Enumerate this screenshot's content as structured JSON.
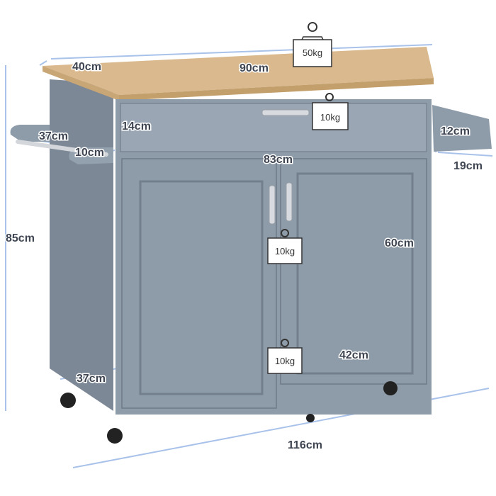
{
  "product": {
    "colors": {
      "cabinet": "#8e9ba8",
      "cabinet_dark": "#7c8895",
      "wood_top": "#d9b98d",
      "guide_line": "#a9c2ea",
      "label": "#3f4652"
    }
  },
  "dimensions": {
    "top_depth": "40cm",
    "top_width": "90cm",
    "drawer_height": "14cm",
    "towel_bar_length": "37cm",
    "towel_bar_depth": "10cm",
    "side_shelf_height": "12cm",
    "side_shelf_width": "19cm",
    "cabinet_width": "83cm",
    "door_height": "60cm",
    "total_height": "85cm",
    "shelf_depth": "37cm",
    "shelf_width": "42cm",
    "total_width": "116cm"
  },
  "weights": {
    "top": "50kg",
    "drawer": "10kg",
    "upper_shelf": "10kg",
    "lower_shelf": "10kg"
  }
}
